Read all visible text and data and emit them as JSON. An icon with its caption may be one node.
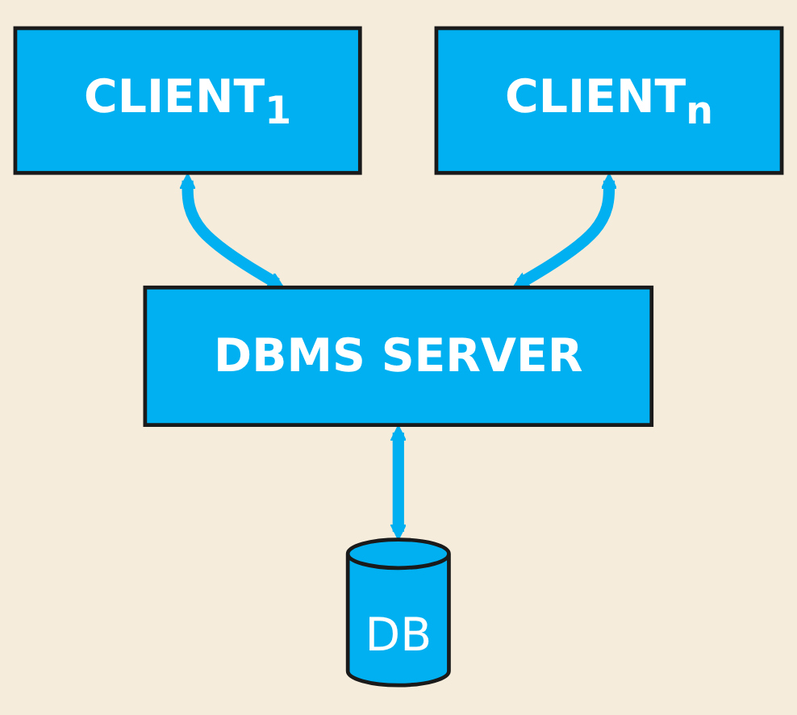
{
  "diagram": {
    "nodes": [
      {
        "text": [
          "CLIENT$_{1}$"
        ]
      },
      {
        "text": [
          "CLIENT$_{n}$"
        ]
      },
      {
        "text": [
          "DBMS SERVER"
        ]
      },
      {
        "text": [
          "DB"
        ]
      }
    ],
    "edges": [
      {
        "from": 0,
        "to": 2,
        "arrow": "both"
      },
      {
        "from": 1,
        "to": 2,
        "arrow": "both"
      },
      {
        "from": 2,
        "to": 3,
        "arrow": "both"
      }
    ]
  }
}
